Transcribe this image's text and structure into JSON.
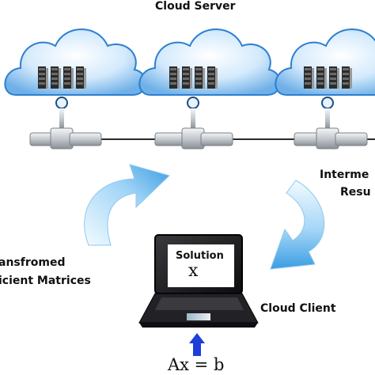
{
  "labels": {
    "cloud_server": "Cloud Server",
    "intermediate_line1": "Interme",
    "intermediate_line2": "Resu",
    "transformed_line1": "ansfromed",
    "transformed_line2": "icient Matrices",
    "cloud_client": "Cloud Client",
    "solution_title": "Solution",
    "solution_var": "x",
    "equation": "Ax = b"
  },
  "colors": {
    "cloud_light": "#eaf5ff",
    "cloud_mid": "#a9d3f5",
    "cloud_dark": "#2d7fd0",
    "arrow_light": "#e6f6ff",
    "arrow_dark": "#3b9ee2",
    "blue_arrow": "#1b3fd8",
    "pipe": "#cfd3d8",
    "laptop": "#1d1d1f"
  },
  "icons": [
    "cloud-icon",
    "server-rack-icon",
    "pipe-connector-icon",
    "curved-arrow-icon",
    "laptop-icon",
    "up-arrow-icon"
  ]
}
